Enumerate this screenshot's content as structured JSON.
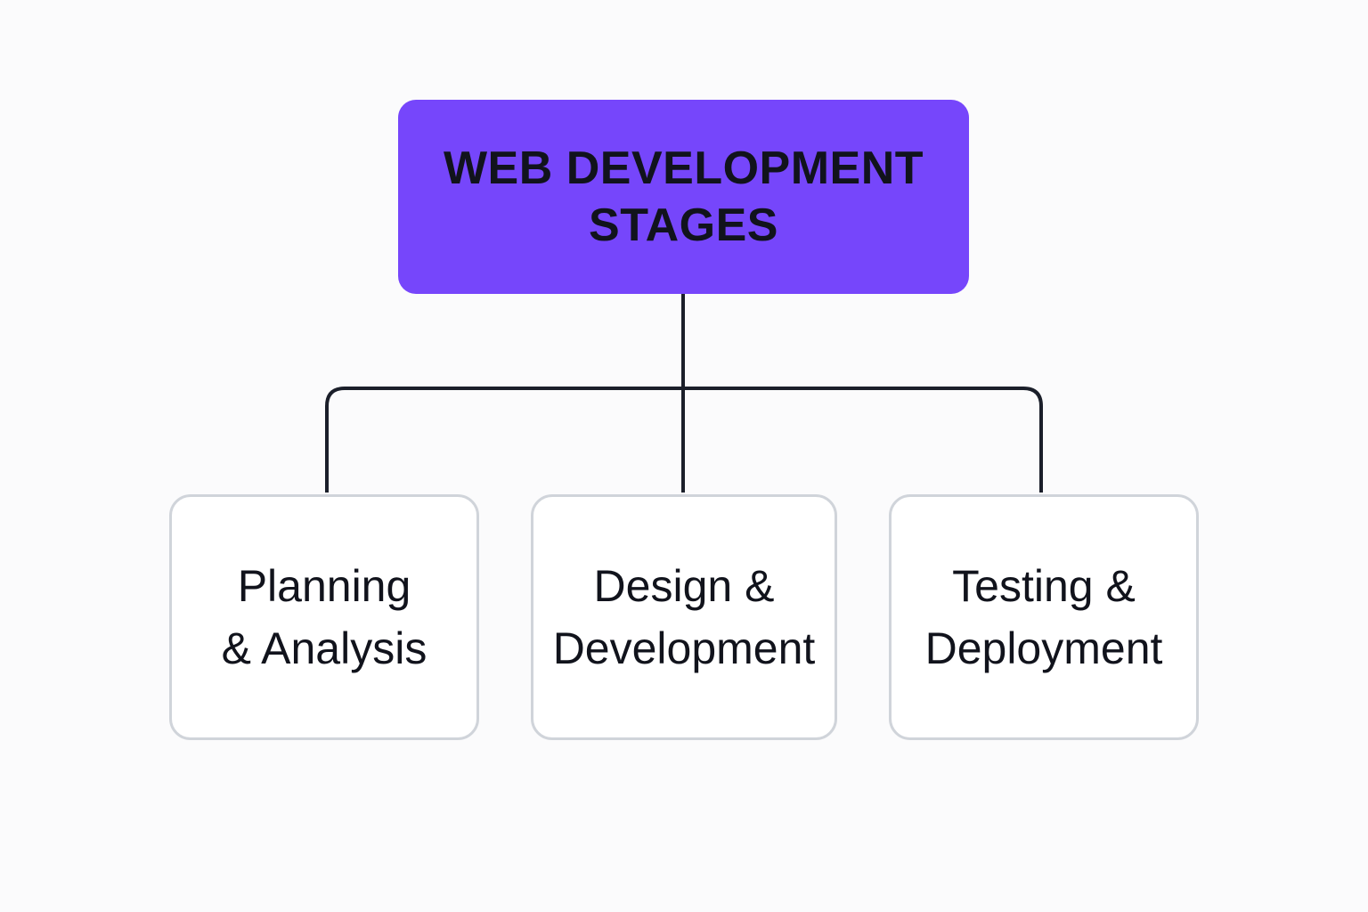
{
  "colors": {
    "root_fill": "#7646fb",
    "text": "#11131c",
    "connector": "#1b1f2a",
    "node_border": "#d0d4da"
  },
  "root": {
    "lines": [
      "WEB DEVELOPMENT",
      "STAGES"
    ]
  },
  "children": [
    {
      "lines": [
        "Planning",
        "& Analysis"
      ]
    },
    {
      "lines": [
        "Design &",
        "Development"
      ]
    },
    {
      "lines": [
        "Testing &",
        "Deployment"
      ]
    }
  ]
}
